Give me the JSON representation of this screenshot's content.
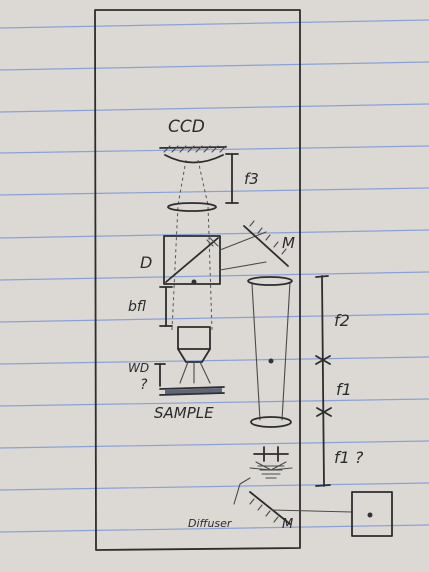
{
  "labels": {
    "ccd": "CCD",
    "f3": "f3",
    "d": "D",
    "m_top": "M",
    "bfl": "bfl",
    "f2": "f2",
    "wd": "WD",
    "wd_q": "?",
    "sample": "SAMPLE",
    "f1": "f1",
    "f1_q": "f1 ?",
    "diffuser": "Diffuser",
    "m_bottom": "M"
  }
}
